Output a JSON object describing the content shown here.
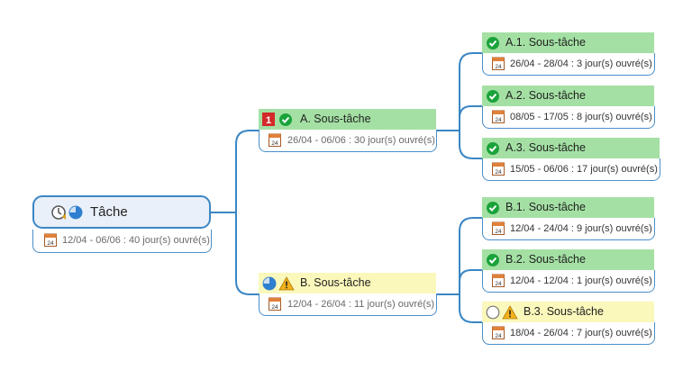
{
  "root": {
    "title": "Tâche",
    "dates": "12/04 - 06/06 : 40 jour(s) ouvré(s)",
    "icons": [
      "clock-icon",
      "progress-pie-icon"
    ],
    "calendar_label": "24"
  },
  "branches": [
    {
      "title": "A. Sous-tâche",
      "dates": "26/04 - 06/06 : 30 jour(s) ouvré(s)",
      "priority": "1",
      "status": "done",
      "highlight": "#a4e0a4",
      "children": [
        {
          "title": "A.1. Sous-tâche",
          "dates": "26/04 - 28/04 : 3 jour(s) ouvré(s)",
          "status": "done"
        },
        {
          "title": "A.2. Sous-tâche",
          "dates": "08/05 - 17/05 : 8 jour(s) ouvré(s)",
          "status": "done"
        },
        {
          "title": "A.3. Sous-tâche",
          "dates": "15/05 - 06/06 : 17 jour(s) ouvré(s)",
          "status": "done"
        }
      ]
    },
    {
      "title": "B. Sous-tâche",
      "dates": "12/04 - 26/04 : 11 jour(s) ouvré(s)",
      "status": "in-progress-warning",
      "highlight": "#fbf8bb",
      "children": [
        {
          "title": "B.1. Sous-tâche",
          "dates": "12/04 - 24/04 : 9 jour(s) ouvré(s)",
          "status": "done"
        },
        {
          "title": "B.2. Sous-tâche",
          "dates": "12/04 - 12/04 : 1 jour(s) ouvré(s)",
          "status": "done"
        },
        {
          "title": "B.3. Sous-tâche",
          "dates": "18/04 - 26/04 : 7 jour(s) ouvré(s)",
          "status": "not-started-warning"
        }
      ]
    }
  ],
  "colors": {
    "connector": "#3b86c4",
    "done_green": "#1aa33a",
    "warning": "#f2b21b",
    "priority_red": "#d32a2a"
  }
}
